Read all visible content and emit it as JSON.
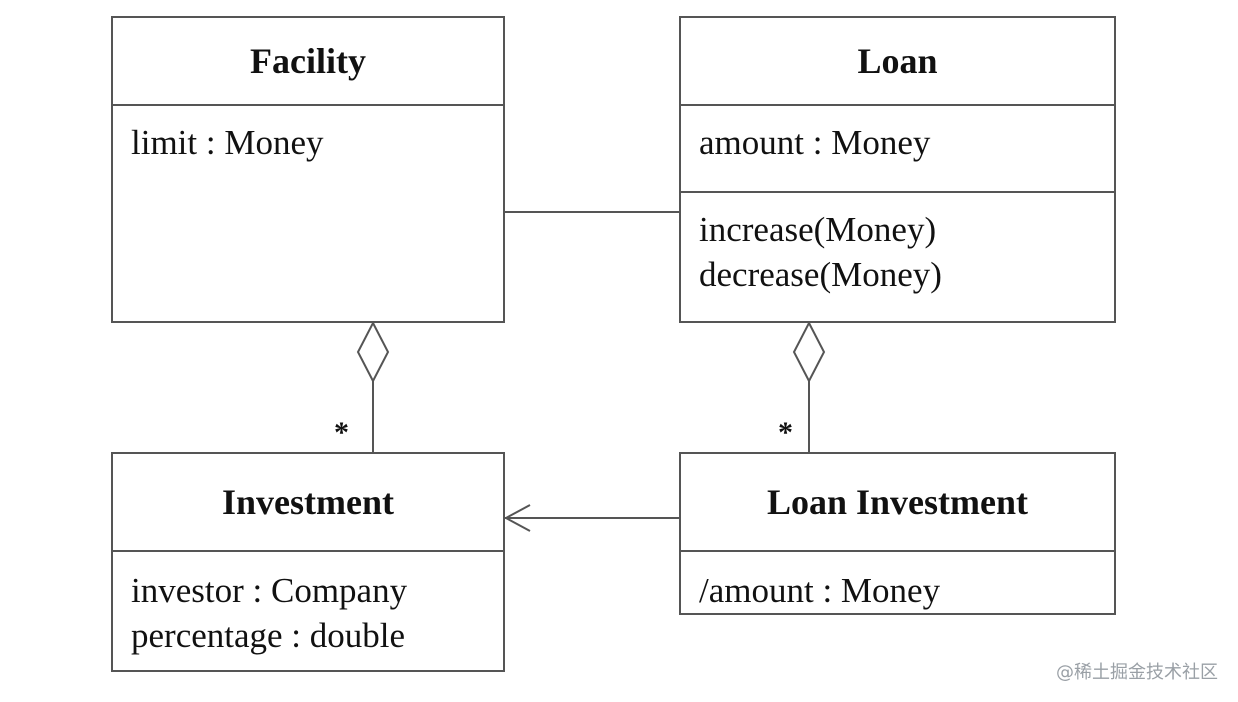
{
  "classes": {
    "facility": {
      "name": "Facility",
      "attributes": [
        "limit : Money"
      ],
      "operations": []
    },
    "loan": {
      "name": "Loan",
      "attributes": [
        "amount : Money"
      ],
      "operations": [
        "increase(Money)",
        "decrease(Money)"
      ]
    },
    "investment": {
      "name": "Investment",
      "attributes": [
        "investor : Company",
        "percentage : double"
      ]
    },
    "loan_investment": {
      "name": "Loan Investment",
      "attributes": [
        "/amount : Money"
      ]
    }
  },
  "relationships": {
    "facility_loan": {
      "type": "association"
    },
    "facility_investment": {
      "type": "aggregation",
      "multiplicity": "*"
    },
    "loan_loaninvestment": {
      "type": "aggregation",
      "multiplicity": "*"
    },
    "loaninvestment_investment": {
      "type": "generalization-arrow"
    }
  },
  "watermark": "@稀土掘金技术社区"
}
